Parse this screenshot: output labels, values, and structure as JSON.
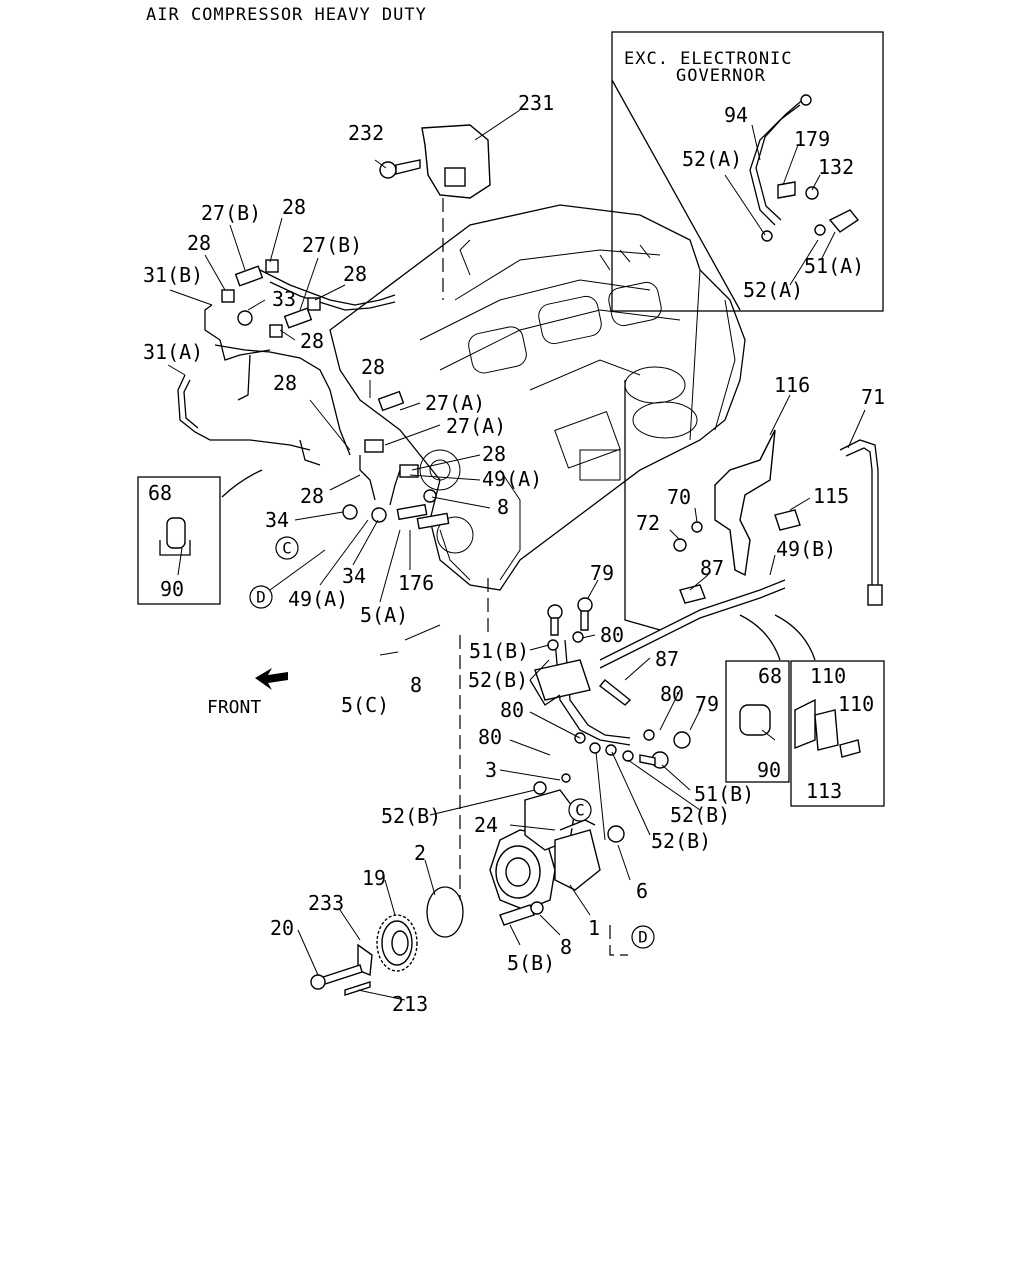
{
  "title": "AIR COMPRESSOR HEAVY DUTY",
  "inset_top_right": {
    "title_line1": "EXC. ELECTRONIC",
    "title_line2": "GOVERNOR"
  },
  "front_label": "FRONT",
  "callouts": {
    "c231": "231",
    "c232": "232",
    "c27b_1": "27(B)",
    "c28_1": "28",
    "c28_2": "28",
    "c27b_2": "27(B)",
    "c31b": "31(B)",
    "c28_3": "28",
    "c33": "33",
    "c28_4": "28",
    "c31a": "31(A)",
    "c28_5": "28",
    "c28_6": "28",
    "c27a_1": "27(A)",
    "c27a_2": "27(A)",
    "c28_7": "28",
    "c49a_1": "49(A)",
    "c28_8": "28",
    "c8_1": "8",
    "c34_1": "34",
    "c34_2": "34",
    "c49a_2": "49(A)",
    "c176": "176",
    "c5a": "5(A)",
    "c8_2": "8",
    "c5c": "5(C)",
    "c68_1": "68",
    "c90_1": "90",
    "c94": "94",
    "c179": "179",
    "c52a_1": "52(A)",
    "c132": "132",
    "c51a": "51(A)",
    "c52a_2": "52(A)",
    "c116": "116",
    "c71": "71",
    "c70": "70",
    "c115": "115",
    "c72": "72",
    "c49b": "49(B)",
    "c87_1": "87",
    "c79_1": "79",
    "c80_1": "80",
    "c51b_1": "51(B)",
    "c52b_1": "52(B)",
    "c87_2": "87",
    "c80_2": "80",
    "c79_2": "79",
    "c80_3": "80",
    "c80_4": "80",
    "c3": "3",
    "c51b_2": "51(B)",
    "c52b_2": "52(B)",
    "c52b_3": "52(B)",
    "c52b_4": "52(B)",
    "c24": "24",
    "c2": "2",
    "c6": "6",
    "c19": "19",
    "c233": "233",
    "c20": "20",
    "c1": "1",
    "c8_3": "8",
    "c5b": "5(B)",
    "c213": "213",
    "c68_2": "68",
    "c90_2": "90",
    "c110_1": "110",
    "c110_2": "110",
    "c113": "113"
  },
  "circle_refs": {
    "c_left": "C",
    "d_left": "D",
    "c_comp": "C",
    "d_right": "D"
  }
}
